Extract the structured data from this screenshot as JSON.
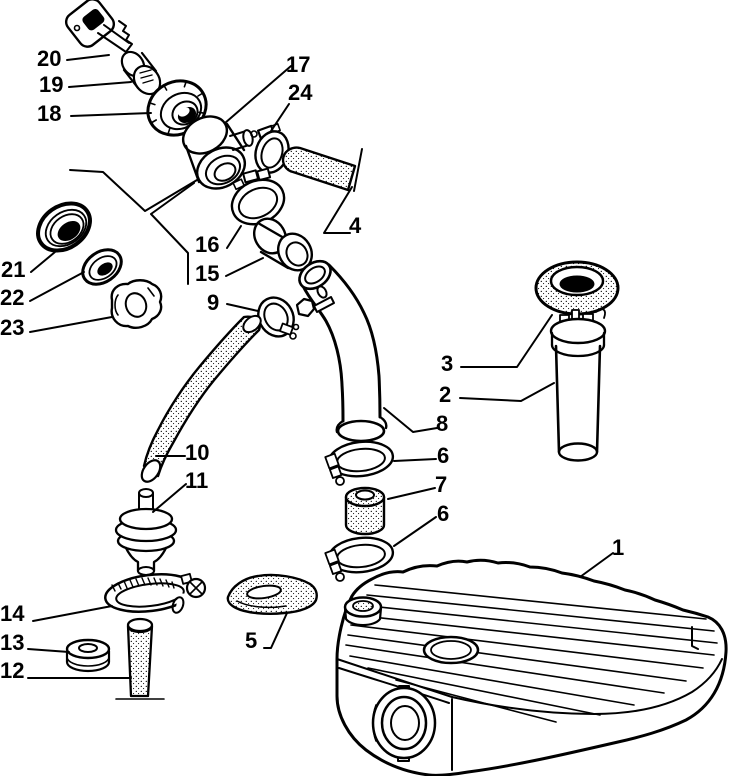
{
  "diagram": {
    "subject": "exploded-parts-diagram",
    "colors": {
      "background": "#ffffff",
      "line": "#000000",
      "label": "#000000"
    }
  },
  "callouts": [
    {
      "label": "20"
    },
    {
      "label": "19"
    },
    {
      "label": "18"
    },
    {
      "label": "17"
    },
    {
      "label": "24"
    },
    {
      "label": "4"
    },
    {
      "label": "21"
    },
    {
      "label": "22"
    },
    {
      "label": "23"
    },
    {
      "label": "16"
    },
    {
      "label": "15"
    },
    {
      "label": "9"
    },
    {
      "label": "3"
    },
    {
      "label": "2"
    },
    {
      "label": "8"
    },
    {
      "label": "6"
    },
    {
      "label": "7"
    },
    {
      "label": "6"
    },
    {
      "label": "10"
    },
    {
      "label": "11"
    },
    {
      "label": "1"
    },
    {
      "label": "14"
    },
    {
      "label": "13"
    },
    {
      "label": "12"
    },
    {
      "label": "5"
    }
  ]
}
